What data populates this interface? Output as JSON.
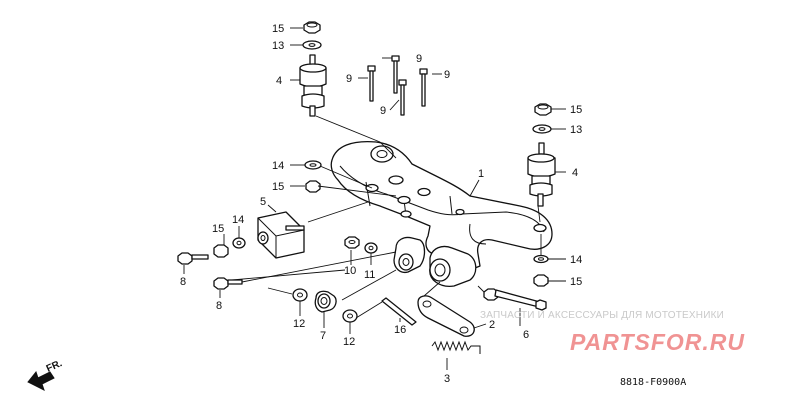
{
  "diagram": {
    "code": "8818-F0900A",
    "direction_label": "FR.",
    "watermark_tagline": "ЗАПЧАСТИ И АКСЕССУАРЫ ДЛЯ МОТОТЕХНИКИ",
    "watermark_logo": "PARTSFOR.RU"
  },
  "callouts": [
    {
      "id": "c15a",
      "text": "15"
    },
    {
      "id": "c13a",
      "text": "13"
    },
    {
      "id": "c4a",
      "text": "4"
    },
    {
      "id": "c9a",
      "text": "9"
    },
    {
      "id": "c9b",
      "text": "9"
    },
    {
      "id": "c9c",
      "text": "9"
    },
    {
      "id": "c9d",
      "text": "9"
    },
    {
      "id": "c15b",
      "text": "15"
    },
    {
      "id": "c13b",
      "text": "13"
    },
    {
      "id": "c4b",
      "text": "4"
    },
    {
      "id": "c14a",
      "text": "14"
    },
    {
      "id": "c15c",
      "text": "15"
    },
    {
      "id": "c1",
      "text": "1"
    },
    {
      "id": "c5",
      "text": "5"
    },
    {
      "id": "c15d",
      "text": "15"
    },
    {
      "id": "c14b",
      "text": "14"
    },
    {
      "id": "c8a",
      "text": "8"
    },
    {
      "id": "c8b",
      "text": "8"
    },
    {
      "id": "c10",
      "text": "10"
    },
    {
      "id": "c11",
      "text": "11"
    },
    {
      "id": "c14c",
      "text": "14"
    },
    {
      "id": "c15e",
      "text": "15"
    },
    {
      "id": "c12a",
      "text": "12"
    },
    {
      "id": "c7",
      "text": "7"
    },
    {
      "id": "c12b",
      "text": "12"
    },
    {
      "id": "c16",
      "text": "16"
    },
    {
      "id": "c2",
      "text": "2"
    },
    {
      "id": "c6",
      "text": "6"
    },
    {
      "id": "c3",
      "text": "3"
    }
  ]
}
